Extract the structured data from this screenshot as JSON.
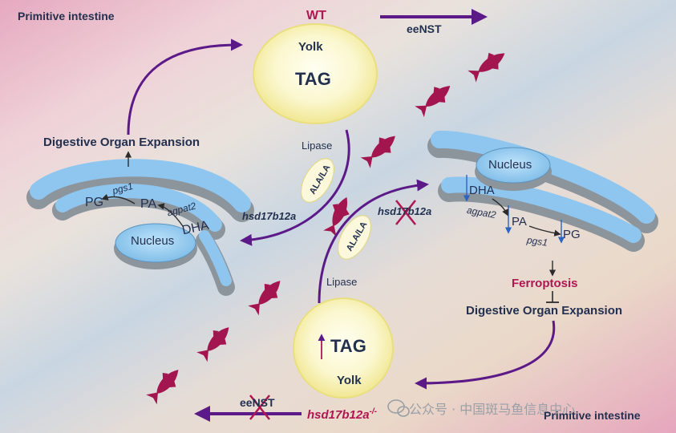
{
  "top_left": {
    "region": "Primitive intestine",
    "condition": "WT"
  },
  "top_arrow": {
    "label": "eeNST"
  },
  "yolk_top": {
    "title": "Yolk",
    "content": "TAG"
  },
  "left_process": {
    "enzyme": "Lipase",
    "lipid": "ALA/LA",
    "gene": "hsd17b12a",
    "outcome": "Digestive Organ Expansion",
    "nucleus": "Nucleus",
    "pathway": {
      "pg": "PG",
      "pa": "PA",
      "dha": "DHA",
      "gene_pg": "pgs1",
      "gene_pa": "agpat2"
    }
  },
  "right_process": {
    "enzyme": "Lipase",
    "lipid": "ALA/LA",
    "gene": "hsd17b12a",
    "nucleus": "Nucleus",
    "pathway": {
      "dha": "DHA",
      "pa": "PA",
      "pg": "PG",
      "gene_pa": "agpat2",
      "gene_pg": "pgs1"
    },
    "death": "Ferroptosis",
    "outcome": "Digestive Organ Expansion"
  },
  "yolk_bottom": {
    "content": "TAG",
    "title": "Yolk"
  },
  "bottom_right": {
    "region": "Primitive intestine"
  },
  "bottom_arrow": {
    "label": "eeNST",
    "mutant": "hsd17b12a",
    "mutant_suffix": "-/-"
  },
  "watermark": "公众号 · 中国斑马鱼信息中心",
  "colors": {
    "purple": "#5c1a88",
    "crimson": "#b01652",
    "fish": "#a3154f",
    "navy": "#23304f",
    "organ_blue": "#8ec6ef",
    "organ_gray": "#9aa3ab",
    "yolk": "#f6efa6"
  }
}
